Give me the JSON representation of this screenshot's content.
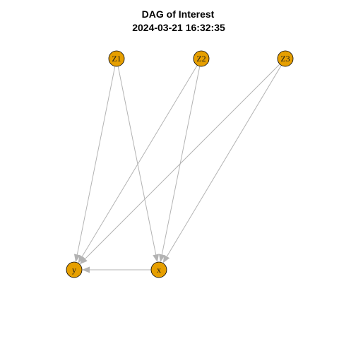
{
  "title": {
    "line1": "DAG of Interest",
    "line2": "2024-03-21 16:32:35"
  },
  "colors": {
    "node_fill": "#E69F00",
    "node_stroke": "#000000",
    "edge": "#B3B3B3",
    "background": "#FFFFFF"
  },
  "nodes": [
    {
      "id": "Z1",
      "label": "Z1"
    },
    {
      "id": "Z2",
      "label": "Z2"
    },
    {
      "id": "Z3",
      "label": "Z3"
    },
    {
      "id": "y",
      "label": "y"
    },
    {
      "id": "x",
      "label": "x"
    }
  ],
  "edges": [
    {
      "from": "Z1",
      "to": "y"
    },
    {
      "from": "Z1",
      "to": "x"
    },
    {
      "from": "Z2",
      "to": "y"
    },
    {
      "from": "Z2",
      "to": "x"
    },
    {
      "from": "Z3",
      "to": "y"
    },
    {
      "from": "Z3",
      "to": "x"
    },
    {
      "from": "x",
      "to": "y"
    }
  ]
}
